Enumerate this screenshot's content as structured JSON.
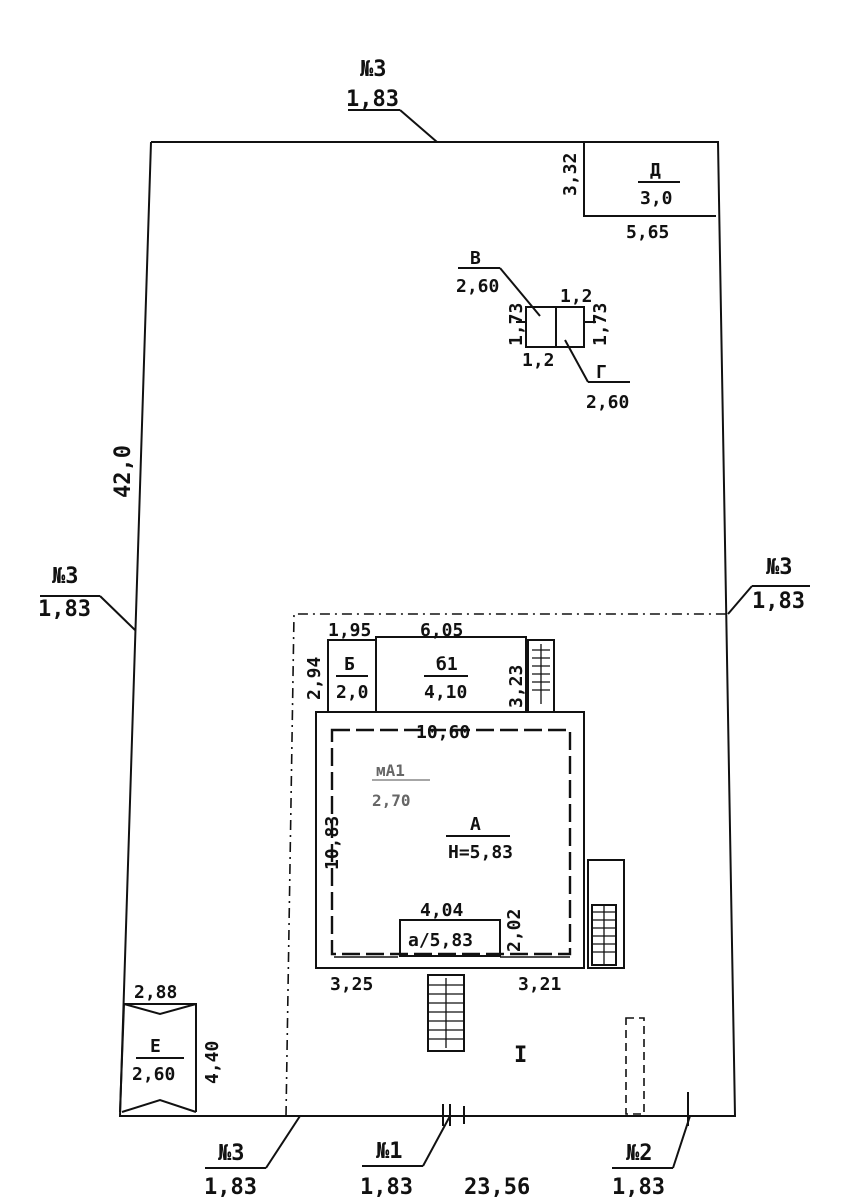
{
  "site": {
    "length_left": "42,0",
    "width_bottom": "23,56",
    "number": "I"
  },
  "fences": {
    "top": {
      "type": "№3",
      "height": "1,83"
    },
    "left": {
      "type": "№3",
      "height": "1,83"
    },
    "right": {
      "type": "№3",
      "height": "1,83"
    },
    "bottom_left": {
      "type": "№3",
      "height": "1,83"
    },
    "bottom_mid": {
      "type": "№1",
      "height": "1,83"
    },
    "bottom_right": {
      "type": "№2",
      "height": "1,83"
    }
  },
  "building_d": {
    "letter": "Д",
    "height": "3,0",
    "side": "3,32",
    "width": "5,65"
  },
  "building_v": {
    "letter": "В",
    "height": "2,60",
    "side": "1,73"
  },
  "building_g": {
    "letter": "Г",
    "height": "2,60",
    "side": "1,73"
  },
  "building_vg": {
    "top": "1,2",
    "bottom": "1,2"
  },
  "building_b": {
    "letter": "Б",
    "height": "2,0",
    "width": "1,95",
    "side": "2,94"
  },
  "building_b1": {
    "letter": "б1",
    "height": "4,10",
    "width": "6,05",
    "side": "3,23"
  },
  "building_main": {
    "letter": "А",
    "height": "Н=5,83",
    "width": "10,60",
    "side": "10,83",
    "faded_letter": "мА1",
    "faded_height": "2,70",
    "porch_label": "а/5,83",
    "porch_width": "4,04",
    "porch_depth": "2,02",
    "offset_left": "3,25",
    "offset_right": "3,21"
  },
  "building_e": {
    "letter": "Е",
    "height": "2,60",
    "width": "2,88",
    "side": "4,40"
  }
}
